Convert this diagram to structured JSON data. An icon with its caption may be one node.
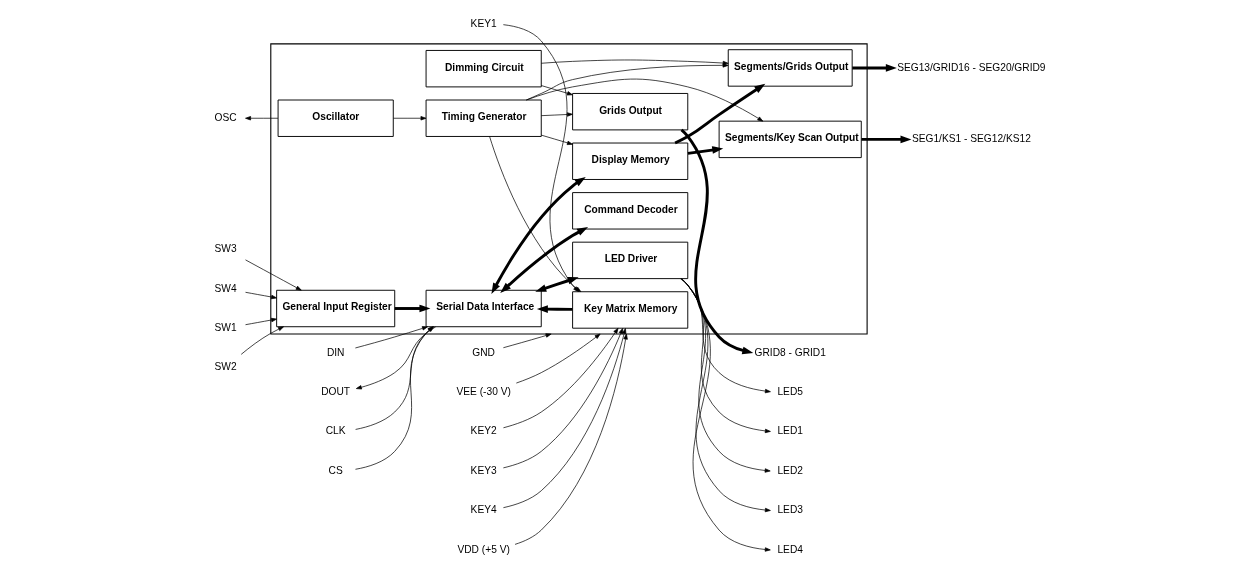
{
  "diagram": {
    "nodes": [
      {
        "text": [],
        "shape": "box"
      },
      {
        "text": [
          "Oscillator"
        ],
        "in": 0
      },
      {
        "text": [
          "Timing Generator"
        ],
        "in": 0
      },
      {
        "text": [
          "Grids Output"
        ],
        "in": 0
      },
      {
        "text": [
          "Serial Data Interface"
        ],
        "in": 0
      },
      {
        "text": [
          "Display Memory"
        ],
        "in": 0
      },
      {
        "text": [
          "Dimming Circuit"
        ],
        "in": 0
      },
      {
        "text": [
          "Segments/Grids Output"
        ],
        "in": 0
      },
      {
        "text": [
          "General Input Register"
        ],
        "in": 0
      },
      {
        "text": [
          "Command Decoder"
        ],
        "in": 0
      },
      {
        "text": [
          "Segments/Key Scan Output"
        ],
        "in": 0
      },
      {
        "text": [
          "LED Driver"
        ],
        "in": 0
      },
      {
        "text": [
          "Key Matrix Memory"
        ],
        "in": 0
      },
      {
        "text": [
          "OSC"
        ]
      },
      {
        "text": [
          "DIN"
        ]
      },
      {
        "text": [
          "DOUT"
        ]
      },
      {
        "text": [
          "CLK"
        ]
      },
      {
        "text": [
          "CS"
        ]
      },
      {
        "text": [
          "SW1"
        ]
      },
      {
        "text": [
          "SW2"
        ]
      },
      {
        "text": [
          "SW3"
        ]
      },
      {
        "text": [
          "SW4"
        ]
      },
      {
        "text": [
          "GRID8 - GRID1"
        ]
      },
      {
        "text": [
          "SEG13/GRID16 - SEG20/GRID9"
        ]
      },
      {
        "text": [
          "SEG1/KS1 - SEG12/KS12"
        ]
      },
      {
        "text": [
          "LED1"
        ]
      },
      {
        "text": [
          "LED2"
        ]
      },
      {
        "text": [
          "LED3"
        ]
      },
      {
        "text": [
          "LED4"
        ]
      },
      {
        "text": [
          "LED5"
        ]
      },
      {
        "text": [
          "KEY1"
        ]
      },
      {
        "text": [
          "KEY2"
        ]
      },
      {
        "text": [
          "KEY3"
        ]
      },
      {
        "text": [
          "KEY4"
        ]
      },
      {
        "text": [
          "VDD (+5 V)"
        ]
      },
      {
        "text": [
          "GND"
        ]
      },
      {
        "text": [
          "VEE (-30 V)"
        ]
      }
    ],
    "edges": [
      {
        "from": 1,
        "to": 13,
        "arrow": "to"
      },
      {
        "from": 1,
        "to": 2,
        "arrow": "to"
      },
      {
        "from": 14,
        "to": 4,
        "arrow": "to"
      },
      {
        "from": 4,
        "to": 15,
        "arrow": "to"
      },
      {
        "from": 16,
        "to": 4,
        "arrow": "to"
      },
      {
        "from": 17,
        "to": 4,
        "arrow": "to"
      },
      {
        "from": 18,
        "to": 8,
        "arrow": "to"
      },
      {
        "from": 19,
        "to": 8,
        "arrow": "to"
      },
      {
        "from": 20,
        "to": 8,
        "arrow": "to"
      },
      {
        "from": 21,
        "to": 8,
        "arrow": "to"
      },
      {
        "from": 2,
        "to": 5,
        "arrow": "to"
      },
      {
        "from": 2,
        "to": 3,
        "arrow": "to"
      },
      {
        "from": 2,
        "to": 7,
        "arrow": "to"
      },
      {
        "from": 2,
        "to": 10,
        "arrow": "to"
      },
      {
        "from": 2,
        "to": 12,
        "arrow": "to"
      },
      {
        "from": 6,
        "to": 3,
        "arrow": "to"
      },
      {
        "from": 6,
        "to": 7,
        "arrow": "to"
      },
      {
        "from": 4,
        "to": 5,
        "arrow": "both",
        "style": "thick"
      },
      {
        "from": 4,
        "to": 9,
        "arrow": "both",
        "style": "thick"
      },
      {
        "from": 4,
        "to": 11,
        "arrow": "both",
        "style": "thick"
      },
      {
        "from": 8,
        "to": 4,
        "arrow": "to",
        "style": "thick"
      },
      {
        "from": 12,
        "to": 4,
        "arrow": "to",
        "style": "thick"
      },
      {
        "from": 5,
        "to": 7,
        "arrow": "to",
        "style": "thick"
      },
      {
        "from": 5,
        "to": 10,
        "arrow": "to",
        "style": "thick"
      },
      {
        "from": 3,
        "to": 22,
        "arrow": "to",
        "style": "thick"
      },
      {
        "from": 7,
        "to": 23,
        "arrow": "to",
        "style": "thick"
      },
      {
        "from": 10,
        "to": 24,
        "arrow": "to",
        "style": "thick"
      },
      {
        "from": 11,
        "to": 25,
        "arrow": "to"
      },
      {
        "from": 11,
        "to": 26,
        "arrow": "to"
      },
      {
        "from": 11,
        "to": 27,
        "arrow": "to"
      },
      {
        "from": 11,
        "to": 28,
        "arrow": "to"
      },
      {
        "from": 11,
        "to": 29,
        "arrow": "to"
      },
      {
        "from": 30,
        "to": 12,
        "arrow": "to"
      },
      {
        "from": 31,
        "to": 12,
        "arrow": "to"
      },
      {
        "from": 32,
        "to": 12,
        "arrow": "to"
      },
      {
        "from": 33,
        "to": 12,
        "arrow": "to"
      },
      {
        "from": 34,
        "to": 0,
        "arrow": "to"
      },
      {
        "from": 35,
        "to": 0,
        "arrow": "to"
      },
      {
        "from": 36,
        "to": 0,
        "arrow": "to"
      }
    ]
  }
}
